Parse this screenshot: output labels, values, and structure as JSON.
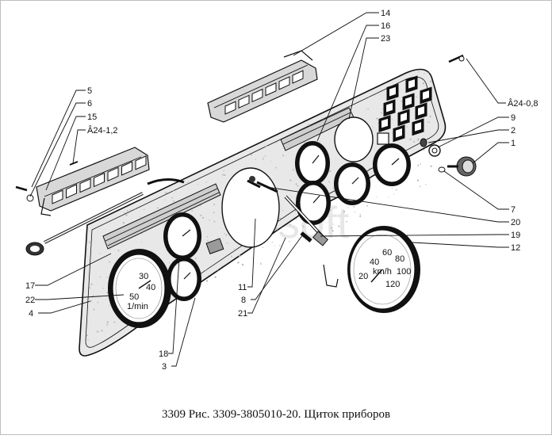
{
  "caption": "3309 Рис. 3309-3805010-20. Щиток приборов",
  "watermark": "Autosoft",
  "callouts": [
    {
      "id": "c14",
      "label": "14"
    },
    {
      "id": "c16",
      "label": "16"
    },
    {
      "id": "c23",
      "label": "23"
    },
    {
      "id": "c5",
      "label": "5"
    },
    {
      "id": "c6",
      "label": "6"
    },
    {
      "id": "c15",
      "label": "15"
    },
    {
      "id": "cA12",
      "label": "Â24-1,2"
    },
    {
      "id": "cA08",
      "label": "Â24-0,8"
    },
    {
      "id": "c9",
      "label": "9"
    },
    {
      "id": "c2",
      "label": "2"
    },
    {
      "id": "c1",
      "label": "1"
    },
    {
      "id": "c7",
      "label": "7"
    },
    {
      "id": "c20",
      "label": "20"
    },
    {
      "id": "c19",
      "label": "19"
    },
    {
      "id": "c12",
      "label": "12"
    },
    {
      "id": "c17",
      "label": "17"
    },
    {
      "id": "c22",
      "label": "22"
    },
    {
      "id": "c4",
      "label": "4"
    },
    {
      "id": "c11",
      "label": "11"
    },
    {
      "id": "c8",
      "label": "8"
    },
    {
      "id": "c21",
      "label": "21"
    },
    {
      "id": "c18",
      "label": "18"
    },
    {
      "id": "c3",
      "label": "3"
    }
  ],
  "gauge_text": {
    "speed_unit": "km/h",
    "speed_ticks": [
      "20",
      "40",
      "60",
      "80",
      "100",
      "120"
    ],
    "left_ticks": [
      "30",
      "40",
      "50"
    ],
    "left_unit": "1/min"
  }
}
